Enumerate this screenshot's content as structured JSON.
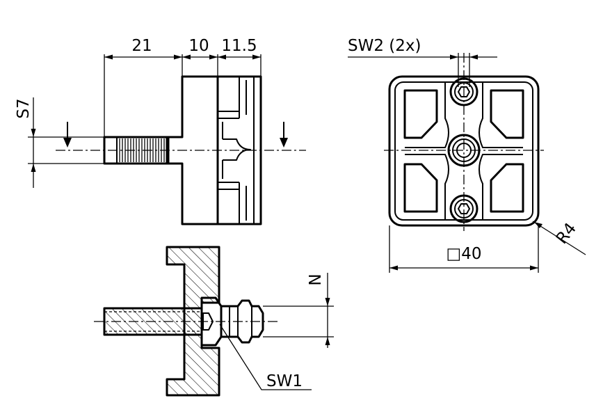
{
  "drawing": {
    "side_view": {
      "dim_shaft_length": "21",
      "dim_body_width": "10",
      "dim_cap_width": "11.5",
      "dim_thread_size": "S7"
    },
    "top_view": {
      "dim_wrench_size": "SW2 (2x)",
      "dim_square_size": "□40",
      "dim_corner_radius": "R4"
    },
    "section_view": {
      "dim_n": "N",
      "dim_wrench_size": "SW1"
    }
  }
}
